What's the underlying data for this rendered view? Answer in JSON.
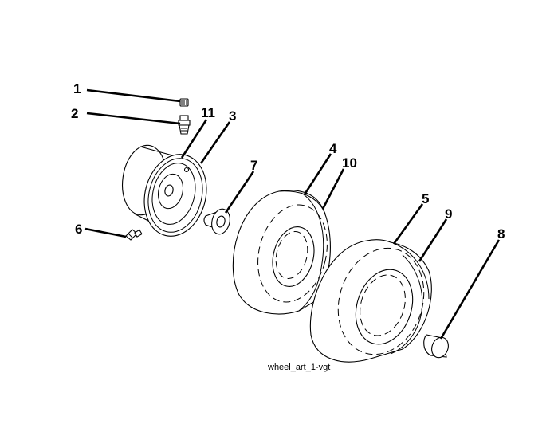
{
  "callouts": [
    {
      "id": "1",
      "label": "1"
    },
    {
      "id": "2",
      "label": "2"
    },
    {
      "id": "11",
      "label": "11"
    },
    {
      "id": "3",
      "label": "3"
    },
    {
      "id": "7",
      "label": "7"
    },
    {
      "id": "4",
      "label": "4"
    },
    {
      "id": "10",
      "label": "10"
    },
    {
      "id": "6",
      "label": "6"
    },
    {
      "id": "5",
      "label": "5"
    },
    {
      "id": "9",
      "label": "9"
    },
    {
      "id": "8",
      "label": "8"
    }
  ],
  "caption": "wheel_art_1-vgt"
}
